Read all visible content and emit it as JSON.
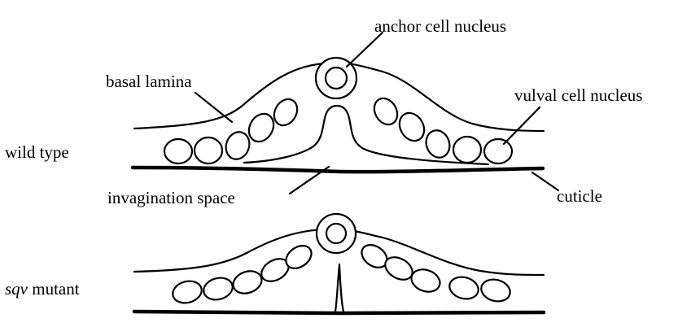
{
  "labels": {
    "anchor_cell_nucleus": "anchor cell nucleus",
    "basal_lamina": "basal lamina",
    "vulval_cell_nucleus": "vulval cell nucleus",
    "wild_type": "wild type",
    "invagination_space": "invagination space",
    "cuticle": "cuticle",
    "sqv_mutant_italic": "sqv",
    "sqv_mutant_rest": " mutant"
  }
}
